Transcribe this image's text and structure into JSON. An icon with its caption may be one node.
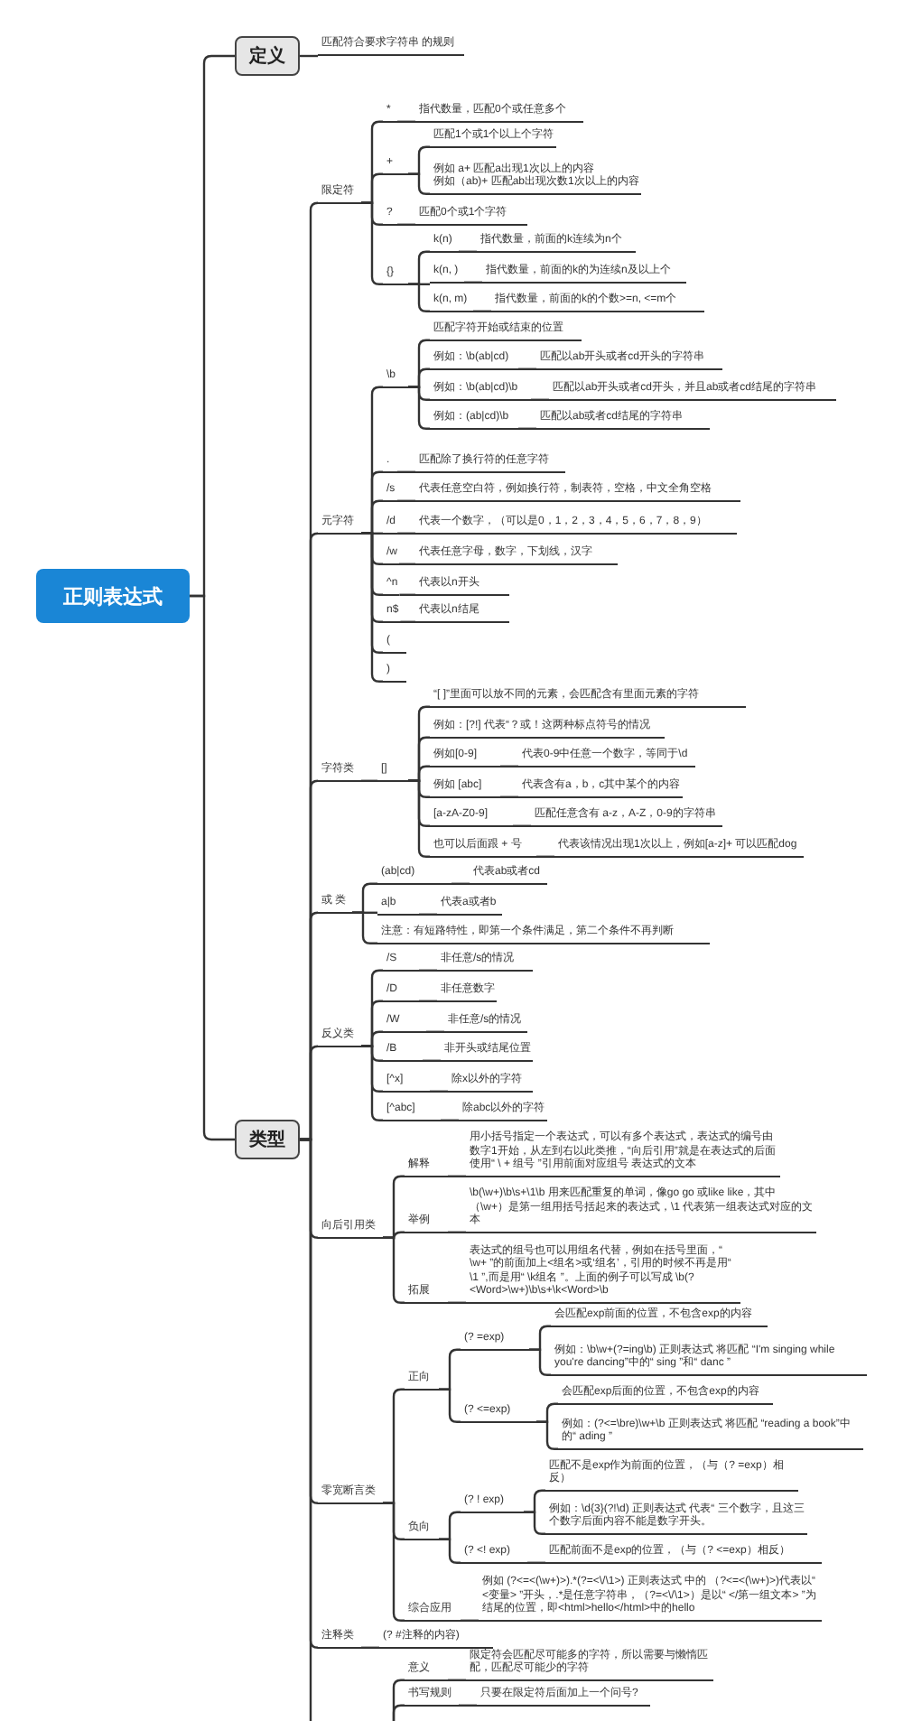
{
  "diagram": {
    "nodes": [
      {
        "text": [
          "正则表达式"
        ]
      },
      {
        "text": [
          "定义"
        ]
      },
      {
        "text": [
          "匹配符合要求字符串 的规则"
        ]
      },
      {
        "text": [
          "类型"
        ]
      },
      {
        "text": [
          "限定符"
        ]
      },
      {
        "text": [
          "*"
        ]
      },
      {
        "text": [
          "指代数量，匹配0个或任意多个"
        ]
      },
      {
        "text": [
          "+"
        ]
      },
      {
        "text": [
          "匹配1个或1个以上个字符"
        ]
      },
      {
        "text": [
          "例如 a+ 匹配a出现1次以上的内容",
          "例如（ab)+ 匹配ab出现次数1次以上的内容"
        ]
      },
      {
        "text": [
          "?"
        ]
      },
      {
        "text": [
          "匹配0个或1个字符"
        ]
      },
      {
        "text": [
          "{}"
        ]
      },
      {
        "text": [
          "k(n)"
        ]
      },
      {
        "text": [
          "指代数量，前面的k连续为n个"
        ]
      },
      {
        "text": [
          "k(n, )"
        ]
      },
      {
        "text": [
          "指代数量，前面的k的为连续n及以上个"
        ]
      },
      {
        "text": [
          "k(n, m)"
        ]
      },
      {
        "text": [
          "指代数量，前面的k的个数>=n, <=m个"
        ]
      },
      {
        "text": [
          "元字符"
        ]
      },
      {
        "text": [
          "\\b"
        ]
      },
      {
        "text": [
          "匹配字符开始或结束的位置"
        ]
      },
      {
        "text": [
          "例如：\\b(ab|cd)"
        ]
      },
      {
        "text": [
          "匹配以ab开头或者cd开头的字符串"
        ]
      },
      {
        "text": [
          "例如：\\b(ab|cd)\\b"
        ]
      },
      {
        "text": [
          "匹配以ab开头或者cd开头，并且ab或者cd结尾的字符串"
        ]
      },
      {
        "text": [
          "例如：(ab|cd)\\b"
        ]
      },
      {
        "text": [
          "匹配以ab或者cd结尾的字符串"
        ]
      },
      {
        "text": [
          "."
        ]
      },
      {
        "text": [
          "匹配除了换行符的任意字符"
        ]
      },
      {
        "text": [
          "/s"
        ]
      },
      {
        "text": [
          "代表任意空白符，例如换行符，制表符，空格，中文全角空格"
        ]
      },
      {
        "text": [
          "/d"
        ]
      },
      {
        "text": [
          "代表一个数字，（可以是0，1，2，3，4，5，6，7，8，9）"
        ]
      },
      {
        "text": [
          "/w"
        ]
      },
      {
        "text": [
          "代表任意字母，数字，下划线，汉字"
        ]
      },
      {
        "text": [
          "^n"
        ]
      },
      {
        "text": [
          "代表以n开头"
        ]
      },
      {
        "text": [
          "n$"
        ]
      },
      {
        "text": [
          "代表以n结尾"
        ]
      },
      {
        "text": [
          "("
        ]
      },
      {
        "text": [
          ")"
        ]
      },
      {
        "text": [
          "字符类"
        ]
      },
      {
        "text": [
          "[]"
        ]
      },
      {
        "text": [
          "“[ ]”里面可以放不同的元素，会匹配含有里面元素的字符"
        ]
      },
      {
        "text": [
          "例如：[?!] 代表“？或！这两种标点符号的情况"
        ]
      },
      {
        "text": [
          "例如[0-9]"
        ]
      },
      {
        "text": [
          "代表0-9中任意一个数字，等同于\\d"
        ]
      },
      {
        "text": [
          "例如 [abc]"
        ]
      },
      {
        "text": [
          "代表含有a，b，c其中某个的内容"
        ]
      },
      {
        "text": [
          "[a-zA-Z0-9]"
        ]
      },
      {
        "text": [
          "匹配任意含有 a-z，A-Z，0-9的字符串"
        ]
      },
      {
        "text": [
          "也可以后面跟 + 号"
        ]
      },
      {
        "text": [
          "代表该情况出现1次以上，例如[a-z]+ 可以匹配dog"
        ]
      },
      {
        "text": [
          "或 类"
        ]
      },
      {
        "text": [
          "(ab|cd)"
        ]
      },
      {
        "text": [
          "代表ab或者cd"
        ]
      },
      {
        "text": [
          "a|b"
        ]
      },
      {
        "text": [
          "代表a或者b"
        ]
      },
      {
        "text": [
          "注意：有短路特性，即第一个条件满足，第二个条件不再判断"
        ]
      },
      {
        "text": [
          "反义类"
        ]
      },
      {
        "text": [
          "/S"
        ]
      },
      {
        "text": [
          "非任意/s的情况"
        ]
      },
      {
        "text": [
          "/D"
        ]
      },
      {
        "text": [
          "非任意数字"
        ]
      },
      {
        "text": [
          "/W"
        ]
      },
      {
        "text": [
          "非任意/s的情况"
        ]
      },
      {
        "text": [
          "/B"
        ]
      },
      {
        "text": [
          "非开头或结尾位置"
        ]
      },
      {
        "text": [
          "[^x]"
        ]
      },
      {
        "text": [
          "除x以外的字符"
        ]
      },
      {
        "text": [
          "[^abc]"
        ]
      },
      {
        "text": [
          "除abc以外的字符"
        ]
      },
      {
        "text": [
          "向后引用类"
        ]
      },
      {
        "text": [
          "解释"
        ]
      },
      {
        "text": [
          "用小括号指定一个表达式，可以有多个表达式，表达式的编号由数字1开始，从左到右以此类推，“向后引用”就是在表达式的后面使用“ \\ + 组号 ”引用前面对应组号 表达式的文本"
        ]
      },
      {
        "text": [
          "举例"
        ]
      },
      {
        "text": [
          "\\b(\\w+)\\b\\s+\\1\\b 用来匹配重复的单词，像go go 或like like，其中（\\w+）是第一组用括号括起来的表达式，\\1 代表第一组表达式对应的文本"
        ]
      },
      {
        "text": [
          "拓展"
        ]
      },
      {
        "text": [
          "表达式的组号也可以用组名代替，例如在括号里面，“ \\w+ ”的前面加上<组名>或‘组名’，引用的时候不再是用“ \\1 ”,而是用“ \\k组名 ”。上面的例子可以写成 \\b(?<Word>\\w+)\\b\\s+\\k<Word>\\b"
        ]
      },
      {
        "text": [
          "零宽断言类"
        ]
      },
      {
        "text": [
          "正向"
        ]
      },
      {
        "text": [
          "(? =exp)"
        ]
      },
      {
        "text": [
          "会匹配exp前面的位置，不包含exp的内容"
        ]
      },
      {
        "text": [
          "例如：\\b\\w+(?=ing\\b) 正则表达式 将匹配 “I'm singing while you're dancing”中的“ sing ”和“ danc ”"
        ]
      },
      {
        "text": [
          "(? <=exp)"
        ]
      },
      {
        "text": [
          "会匹配exp后面的位置，不包含exp的内容"
        ]
      },
      {
        "text": [
          "例如：(?<=\\bre)\\w+\\b 正则表达式 将匹配 “reading a book”中的“ ading ”"
        ]
      },
      {
        "text": [
          "负向"
        ]
      },
      {
        "text": [
          "(? ! exp)"
        ]
      },
      {
        "text": [
          "匹配不是exp作为前面的位置，（与（? =exp）相反）"
        ]
      },
      {
        "text": [
          "例如：\\d{3}(?!\\d) 正则表达式 代表“ 三个数字，且这三个数字后面内容不能是数字开头。"
        ]
      },
      {
        "text": [
          "(? <! exp)"
        ]
      },
      {
        "text": [
          "匹配前面不是exp的位置，（与（? <=exp）相反）"
        ]
      },
      {
        "text": [
          "综合应用"
        ]
      },
      {
        "text": [
          "例如 (?<=<(\\w+)>).*(?=<\\/\\1>) 正则表达式 中的 （?<=<(\\w+)>)代表以“ <变量> ”开头，.*是任意字符串，（?=<\\/\\1>）是以“ </第一组文本> ”为结尾的位置，即<html>hello</html>中的hello"
        ]
      },
      {
        "text": [
          "注释类"
        ]
      },
      {
        "text": [
          "(? #注释的内容)"
        ]
      },
      {
        "text": [
          "意义"
        ]
      },
      {
        "text": [
          "限定符会匹配尽可能多的字符，所以需要与懒惰匹配，匹配尽可能少的字符"
        ]
      },
      {
        "text": [
          "书写规则"
        ]
      },
      {
        "text": [
          "只要在限定符后面加上一个问号?"
        ]
      }
    ],
    "edges": [
      {
        "from": 0,
        "to": 1,
        "arrow": "none"
      },
      {
        "from": 0,
        "to": 3,
        "arrow": "none"
      },
      {
        "from": 1,
        "to": 2,
        "arrow": "none"
      },
      {
        "from": 3,
        "to": 4,
        "arrow": "none"
      },
      {
        "from": 4,
        "to": 5,
        "arrow": "none"
      },
      {
        "from": 5,
        "to": 6,
        "arrow": "none"
      },
      {
        "from": 4,
        "to": 7,
        "arrow": "none"
      },
      {
        "from": 7,
        "to": 8,
        "arrow": "none"
      },
      {
        "from": 7,
        "to": 9,
        "arrow": "none"
      },
      {
        "from": 4,
        "to": 10,
        "arrow": "none"
      },
      {
        "from": 10,
        "to": 11,
        "arrow": "none"
      },
      {
        "from": 4,
        "to": 12,
        "arrow": "none"
      },
      {
        "from": 12,
        "to": 13,
        "arrow": "none"
      },
      {
        "from": 13,
        "to": 14,
        "arrow": "none"
      },
      {
        "from": 12,
        "to": 15,
        "arrow": "none"
      },
      {
        "from": 15,
        "to": 16,
        "arrow": "none"
      },
      {
        "from": 12,
        "to": 17,
        "arrow": "none"
      },
      {
        "from": 17,
        "to": 18,
        "arrow": "none"
      },
      {
        "from": 3,
        "to": 19,
        "arrow": "none"
      },
      {
        "from": 19,
        "to": 20,
        "arrow": "none"
      },
      {
        "from": 20,
        "to": 21,
        "arrow": "none"
      },
      {
        "from": 20,
        "to": 22,
        "arrow": "none"
      },
      {
        "from": 22,
        "to": 23,
        "arrow": "none"
      },
      {
        "from": 20,
        "to": 24,
        "arrow": "none"
      },
      {
        "from": 24,
        "to": 25,
        "arrow": "none"
      },
      {
        "from": 20,
        "to": 26,
        "arrow": "none"
      },
      {
        "from": 26,
        "to": 27,
        "arrow": "none"
      },
      {
        "from": 19,
        "to": 28,
        "arrow": "none"
      },
      {
        "from": 28,
        "to": 29,
        "arrow": "none"
      },
      {
        "from": 19,
        "to": 30,
        "arrow": "none"
      },
      {
        "from": 30,
        "to": 31,
        "arrow": "none"
      },
      {
        "from": 19,
        "to": 32,
        "arrow": "none"
      },
      {
        "from": 32,
        "to": 33,
        "arrow": "none"
      },
      {
        "from": 19,
        "to": 34,
        "arrow": "none"
      },
      {
        "from": 34,
        "to": 35,
        "arrow": "none"
      },
      {
        "from": 19,
        "to": 36,
        "arrow": "none"
      },
      {
        "from": 36,
        "to": 37,
        "arrow": "none"
      },
      {
        "from": 19,
        "to": 38,
        "arrow": "none"
      },
      {
        "from": 38,
        "to": 39,
        "arrow": "none"
      },
      {
        "from": 19,
        "to": 40,
        "arrow": "none"
      },
      {
        "from": 19,
        "to": 41,
        "arrow": "none"
      },
      {
        "from": 3,
        "to": 42,
        "arrow": "none"
      },
      {
        "from": 42,
        "to": 43,
        "arrow": "none"
      },
      {
        "from": 43,
        "to": 44,
        "arrow": "none"
      },
      {
        "from": 43,
        "to": 45,
        "arrow": "none"
      },
      {
        "from": 43,
        "to": 46,
        "arrow": "none"
      },
      {
        "from": 46,
        "to": 47,
        "arrow": "none"
      },
      {
        "from": 43,
        "to": 48,
        "arrow": "none"
      },
      {
        "from": 48,
        "to": 49,
        "arrow": "none"
      },
      {
        "from": 43,
        "to": 50,
        "arrow": "none"
      },
      {
        "from": 50,
        "to": 51,
        "arrow": "none"
      },
      {
        "from": 43,
        "to": 52,
        "arrow": "none"
      },
      {
        "from": 52,
        "to": 53,
        "arrow": "none"
      },
      {
        "from": 3,
        "to": 54,
        "arrow": "none"
      },
      {
        "from": 54,
        "to": 55,
        "arrow": "none"
      },
      {
        "from": 55,
        "to": 56,
        "arrow": "none"
      },
      {
        "from": 54,
        "to": 57,
        "arrow": "none"
      },
      {
        "from": 57,
        "to": 58,
        "arrow": "none"
      },
      {
        "from": 54,
        "to": 59,
        "arrow": "none"
      },
      {
        "from": 3,
        "to": 60,
        "arrow": "none"
      },
      {
        "from": 60,
        "to": 61,
        "arrow": "none"
      },
      {
        "from": 61,
        "to": 62,
        "arrow": "none"
      },
      {
        "from": 60,
        "to": 63,
        "arrow": "none"
      },
      {
        "from": 63,
        "to": 64,
        "arrow": "none"
      },
      {
        "from": 60,
        "to": 65,
        "arrow": "none"
      },
      {
        "from": 65,
        "to": 66,
        "arrow": "none"
      },
      {
        "from": 60,
        "to": 67,
        "arrow": "none"
      },
      {
        "from": 67,
        "to": 68,
        "arrow": "none"
      },
      {
        "from": 60,
        "to": 69,
        "arrow": "none"
      },
      {
        "from": 69,
        "to": 70,
        "arrow": "none"
      },
      {
        "from": 60,
        "to": 71,
        "arrow": "none"
      },
      {
        "from": 71,
        "to": 72,
        "arrow": "none"
      },
      {
        "from": 3,
        "to": 73,
        "arrow": "none"
      },
      {
        "from": 73,
        "to": 74,
        "arrow": "none"
      },
      {
        "from": 74,
        "to": 75,
        "arrow": "none"
      },
      {
        "from": 73,
        "to": 76,
        "arrow": "none"
      },
      {
        "from": 76,
        "to": 77,
        "arrow": "none"
      },
      {
        "from": 73,
        "to": 78,
        "arrow": "none"
      },
      {
        "from": 78,
        "to": 79,
        "arrow": "none"
      },
      {
        "from": 3,
        "to": 80,
        "arrow": "none"
      },
      {
        "from": 80,
        "to": 81,
        "arrow": "none"
      },
      {
        "from": 81,
        "to": 82,
        "arrow": "none"
      },
      {
        "from": 82,
        "to": 83,
        "arrow": "none"
      },
      {
        "from": 82,
        "to": 84,
        "arrow": "none"
      },
      {
        "from": 81,
        "to": 85,
        "arrow": "none"
      },
      {
        "from": 85,
        "to": 86,
        "arrow": "none"
      },
      {
        "from": 85,
        "to": 87,
        "arrow": "none"
      },
      {
        "from": 80,
        "to": 88,
        "arrow": "none"
      },
      {
        "from": 88,
        "to": 89,
        "arrow": "none"
      },
      {
        "from": 89,
        "to": 90,
        "arrow": "none"
      },
      {
        "from": 89,
        "to": 91,
        "arrow": "none"
      },
      {
        "from": 88,
        "to": 92,
        "arrow": "none"
      },
      {
        "from": 92,
        "to": 93,
        "arrow": "none"
      },
      {
        "from": 80,
        "to": 94,
        "arrow": "none"
      },
      {
        "from": 94,
        "to": 95,
        "arrow": "none"
      },
      {
        "from": 3,
        "to": 96,
        "arrow": "none"
      },
      {
        "from": 96,
        "to": 97,
        "arrow": "none"
      },
      {
        "from": 3,
        "to": null,
        "arrow": "none"
      },
      {
        "from": null,
        "to": 98,
        "arrow": "none"
      },
      {
        "from": 98,
        "to": 99,
        "arrow": "none"
      },
      {
        "from": null,
        "to": 100,
        "arrow": "none"
      },
      {
        "from": 100,
        "to": 101,
        "arrow": "none"
      }
    ]
  }
}
